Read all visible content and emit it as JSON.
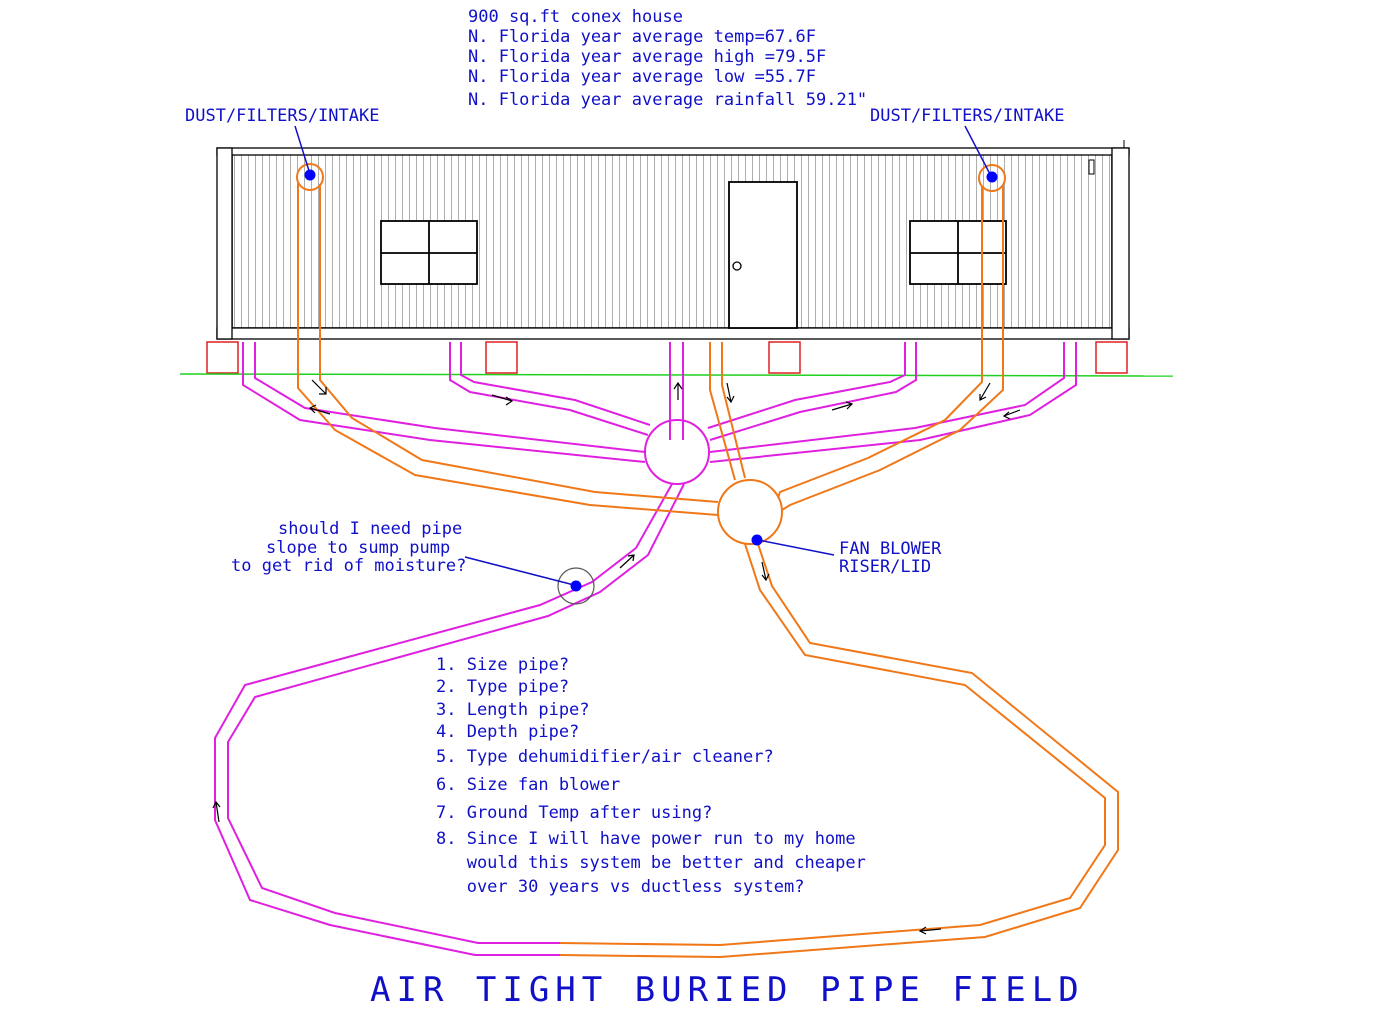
{
  "header": {
    "lines": [
      "900 sq.ft conex house",
      "N. Florida year average temp=67.6F",
      "N. Florida year average high =79.5F",
      "N. Florida year average low  =55.7F",
      "N. Florida year average rainfall 59.21\""
    ]
  },
  "labels": {
    "intake_left": "DUST/FILTERS/INTAKE",
    "intake_right": "DUST/FILTERS/INTAKE",
    "sump_question": [
      "should I need pipe",
      "slope to sump pump",
      "to get rid of moisture?"
    ],
    "fan_blower": [
      "FAN BLOWER",
      "RISER/LID"
    ]
  },
  "questions": [
    "1. Size pipe?",
    "2. Type pipe?",
    "3. Length pipe?",
    "4. Depth pipe?",
    "5. Type dehumidifier/air cleaner?",
    "6. Size fan blower",
    "7. Ground Temp after using?",
    "8. Since I will have power run to my home",
    "   would this system be better and cheaper",
    "   over 30 years vs ductless system?"
  ],
  "title": "AIR TIGHT BURIED PIPE FIELD",
  "colors": {
    "text": "#1010c8",
    "return_pipe": "#e020e0",
    "supply_pipe": "#f07818",
    "ground_line": "#20d020",
    "piers": "#e02020"
  }
}
